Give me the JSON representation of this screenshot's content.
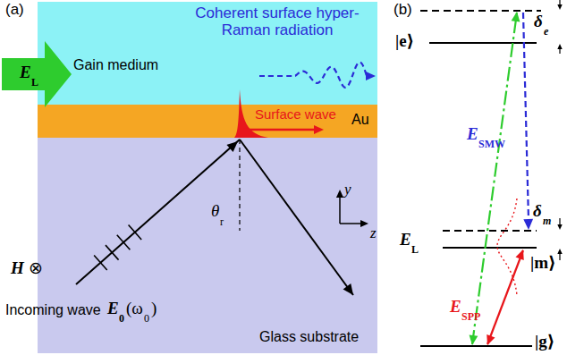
{
  "diagram": {
    "nodes": [
      {
        "text": [
          "Gain medium"
        ]
      },
      {
        "text": [
          "Au"
        ]
      },
      {
        "text": [
          "Glass substrate"
        ]
      }
    ],
    "labels": [
      "(a)",
      "(b)",
      "E",
      "L",
      "Coherent surface hyper-Raman radiation",
      "Surface wave",
      "y",
      "z",
      "H",
      "⊗",
      "θ",
      "r",
      "Incoming wave",
      "E",
      "0",
      "(ω",
      "0",
      ")",
      "|e⟩",
      "|m⟩",
      "|g⟩",
      "δ",
      "e",
      "δ",
      "m",
      "E",
      "L",
      "E",
      "SMW",
      "E",
      "SPP"
    ]
  }
}
